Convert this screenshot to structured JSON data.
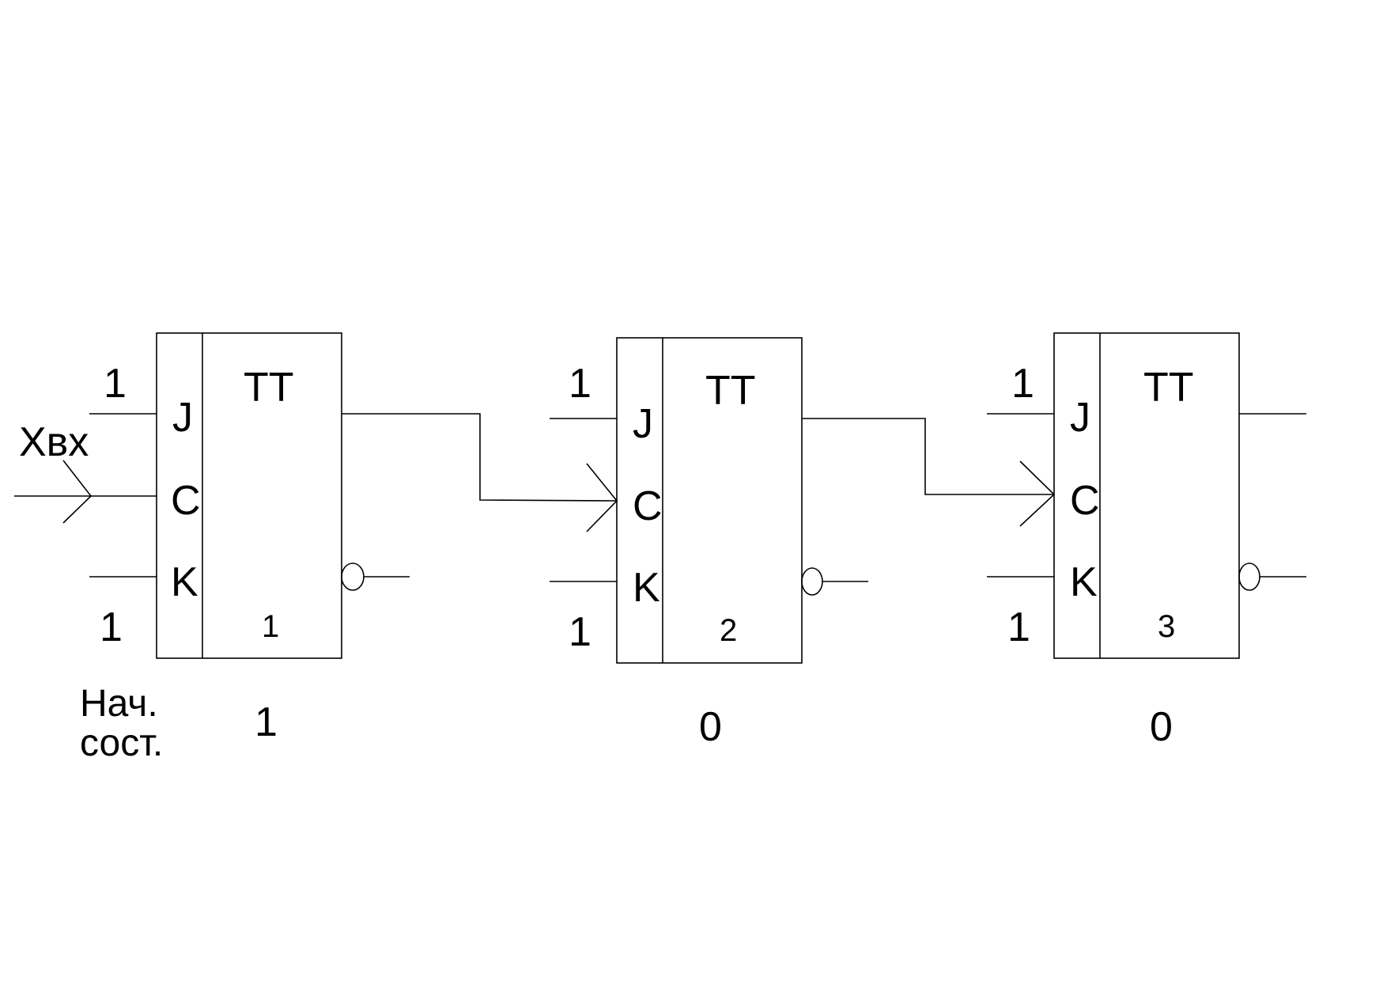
{
  "input_label": "Xвх",
  "initial_state_label": {
    "line1": "Нач.",
    "line2": "сост."
  },
  "triggers": [
    {
      "type_label": "TT",
      "number": "1",
      "pins": {
        "j": "J",
        "c": "C",
        "k": "K"
      },
      "j_input_value": "1",
      "k_input_value": "1",
      "initial_state": "1"
    },
    {
      "type_label": "TT",
      "number": "2",
      "pins": {
        "j": "J",
        "c": "C",
        "k": "K"
      },
      "j_input_value": "1",
      "k_input_value": "1",
      "initial_state": "0"
    },
    {
      "type_label": "TT",
      "number": "3",
      "pins": {
        "j": "J",
        "c": "C",
        "k": "K"
      },
      "j_input_value": "1",
      "k_input_value": "1",
      "initial_state": "0"
    }
  ],
  "colors": {
    "line": "#000000",
    "background": "#ffffff"
  }
}
